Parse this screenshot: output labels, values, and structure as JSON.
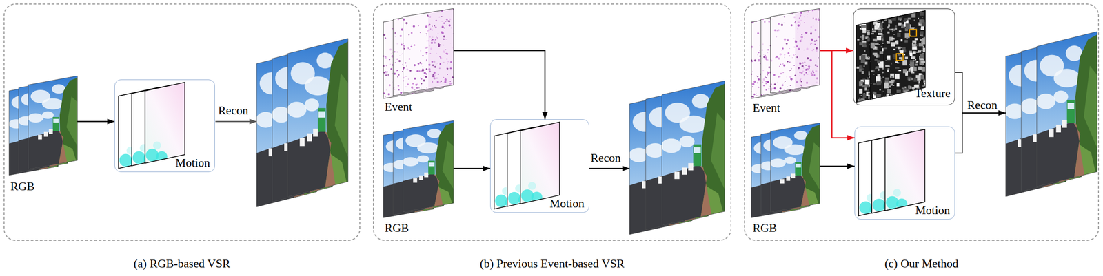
{
  "diagram": {
    "nodes": [
      {
        "text": [
          "(a) RGB-based VSR"
        ]
      },
      {
        "text": [
          "RGB"
        ],
        "in": 0
      },
      {
        "text": [
          "Motion"
        ],
        "in": 0
      },
      {
        "text": [
          "(b) Previous Event-based VSR"
        ]
      },
      {
        "text": [
          "Event"
        ],
        "in": 3
      },
      {
        "text": [
          "RGB"
        ],
        "in": 3
      },
      {
        "text": [
          "Motion"
        ],
        "in": 3
      },
      {
        "text": [
          "(c) Our Method"
        ]
      },
      {
        "text": [
          "Event"
        ],
        "in": 7
      },
      {
        "text": [
          "Texture"
        ],
        "in": 7
      },
      {
        "text": [
          "RGB"
        ],
        "in": 7
      },
      {
        "text": [
          "Motion"
        ],
        "in": 7
      }
    ],
    "edges": [
      {
        "from": 1,
        "to": 2,
        "arrow": "to"
      },
      {
        "from": 4,
        "to": 6,
        "arrow": "to"
      },
      {
        "from": 5,
        "to": 6,
        "arrow": "to"
      },
      {
        "from": 8,
        "to": 9,
        "arrow": "to"
      },
      {
        "from": 8,
        "to": 11,
        "arrow": "to"
      },
      {
        "from": 10,
        "to": 11,
        "arrow": "to"
      }
    ],
    "labels": [
      "Recon",
      "Recon",
      "Recon"
    ]
  }
}
